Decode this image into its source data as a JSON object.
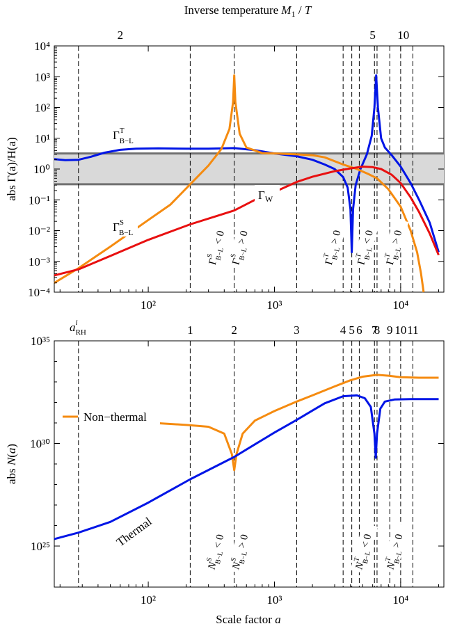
{
  "chart_data": [
    {
      "type": "line",
      "top_axis_title": "Inverse temperature M₁ / T",
      "top_ticks": [
        {
          "label": "2",
          "a": 60
        },
        {
          "label": "5",
          "a": 6000
        },
        {
          "label": "10",
          "a": 10500
        }
      ],
      "ylabel": "abs Γ(a)/H(a)",
      "xscale": "log",
      "yscale": "log",
      "xlim": [
        18,
        22000
      ],
      "ylim": [
        0.0001,
        10000
      ],
      "x_ticks": [
        {
          "v": 100,
          "label": "10²"
        },
        {
          "v": 1000,
          "label": "10³"
        },
        {
          "v": 10000,
          "label": "10⁴"
        }
      ],
      "y_ticks": [
        {
          "v": 0.0001,
          "label": "10⁻⁴"
        },
        {
          "v": 0.001,
          "label": "10⁻³"
        },
        {
          "v": 0.01,
          "label": "10⁻²"
        },
        {
          "v": 0.1,
          "label": "10⁻¹"
        },
        {
          "v": 1,
          "label": "10⁰"
        },
        {
          "v": 10,
          "label": "10¹"
        },
        {
          "v": 100,
          "label": "10²"
        },
        {
          "v": 1000,
          "label": "10³"
        },
        {
          "v": 10000,
          "label": "10⁴"
        }
      ],
      "band": {
        "y0": 0.32,
        "y1": 3.2,
        "color": "#d9d9d9",
        "edge": "#707070"
      },
      "vlines": [
        28,
        215,
        480,
        1500,
        3500,
        4100,
        4700,
        6200,
        6500,
        8200,
        10000,
        12500
      ],
      "series": [
        {
          "color": "#0015e6",
          "points": [
            [
              18,
              2.1
            ],
            [
              22,
              1.95
            ],
            [
              28,
              2.0
            ],
            [
              35,
              2.5
            ],
            [
              45,
              3.4
            ],
            [
              60,
              4.2
            ],
            [
              80,
              4.6
            ],
            [
              120,
              4.7
            ],
            [
              200,
              4.6
            ],
            [
              300,
              4.6
            ],
            [
              480,
              4.8
            ],
            [
              700,
              4.1
            ],
            [
              1000,
              3.2
            ],
            [
              1500,
              2.6
            ],
            [
              2000,
              2.0
            ],
            [
              2500,
              1.4
            ],
            [
              3000,
              1.0
            ],
            [
              3500,
              0.55
            ],
            [
              3800,
              0.25
            ],
            [
              4000,
              0.05
            ],
            [
              4100,
              0.002
            ],
            [
              4200,
              0.05
            ],
            [
              4400,
              0.3
            ],
            [
              4800,
              1.0
            ],
            [
              5400,
              3.0
            ],
            [
              5900,
              12
            ],
            [
              6200,
              100
            ],
            [
              6400,
              1100
            ],
            [
              6600,
              100
            ],
            [
              7000,
              10
            ],
            [
              7500,
              5.0
            ],
            [
              8500,
              2.8
            ],
            [
              10000,
              1.2
            ],
            [
              12000,
              0.35
            ],
            [
              14000,
              0.1
            ],
            [
              17000,
              0.018
            ],
            [
              20000,
              0.002
            ]
          ]
        },
        {
          "color": "#f58b10",
          "points": [
            [
              18,
              0.0002
            ],
            [
              28,
              0.0006
            ],
            [
              50,
              0.003
            ],
            [
              100,
              0.022
            ],
            [
              150,
              0.07
            ],
            [
              215,
              0.32
            ],
            [
              300,
              1.3
            ],
            [
              380,
              4.5
            ],
            [
              440,
              20
            ],
            [
              470,
              150
            ],
            [
              480,
              1100
            ],
            [
              490,
              150
            ],
            [
              530,
              14
            ],
            [
              600,
              5.0
            ],
            [
              800,
              3.3
            ],
            [
              1000,
              3.2
            ],
            [
              1500,
              3.0
            ],
            [
              2000,
              2.8
            ],
            [
              2500,
              2.4
            ],
            [
              3500,
              1.4
            ],
            [
              4500,
              1.0
            ],
            [
              5500,
              0.7
            ],
            [
              6500,
              0.5
            ],
            [
              8000,
              0.22
            ],
            [
              10000,
              0.06
            ],
            [
              12000,
              0.01
            ],
            [
              13500,
              0.002
            ],
            [
              14500,
              0.0004
            ],
            [
              15200,
              0.0001
            ]
          ]
        },
        {
          "color": "#e81010",
          "points": [
            [
              18,
              0.00035
            ],
            [
              28,
              0.00055
            ],
            [
              50,
              0.0015
            ],
            [
              100,
              0.005
            ],
            [
              215,
              0.016
            ],
            [
              350,
              0.03
            ],
            [
              480,
              0.045
            ],
            [
              700,
              0.1
            ],
            [
              1000,
              0.18
            ],
            [
              1500,
              0.38
            ],
            [
              2000,
              0.56
            ],
            [
              3000,
              0.85
            ],
            [
              4000,
              1.05
            ],
            [
              5000,
              1.2
            ],
            [
              6000,
              1.15
            ],
            [
              7000,
              1.0
            ],
            [
              8500,
              0.65
            ],
            [
              10000,
              0.35
            ],
            [
              12000,
              0.12
            ],
            [
              14000,
              0.04
            ],
            [
              17000,
              0.008
            ],
            [
              20000,
              0.0016
            ]
          ]
        }
      ],
      "annotations": {
        "gamma_T": "Γ",
        "gamma_T_sup": "T",
        "gamma_T_sub": "B−L",
        "gamma_S": "Γ",
        "gamma_S_sup": "S",
        "gamma_S_sub": "B−L",
        "gamma_W": "Γ",
        "gamma_W_sub": "W",
        "vtext": [
          {
            "sym": "Γ",
            "sup": "S",
            "sub": "B−L",
            "rel": " < 0",
            "a": 365
          },
          {
            "sym": "Γ",
            "sup": "S",
            "sub": "B−L",
            "rel": " > 0",
            "a": 560
          },
          {
            "sym": "Γ",
            "sup": "T",
            "sub": "B−L",
            "rel": " > 0",
            "a": 3050
          },
          {
            "sym": "Γ",
            "sup": "T",
            "sub": "B−L",
            "rel": " < 0",
            "a": 5500
          },
          {
            "sym": "Γ",
            "sup": "T",
            "sub": "B−L",
            "rel": " > 0",
            "a": 9300
          }
        ]
      }
    },
    {
      "type": "line",
      "xlabel": "Scale factor a",
      "ylabel": "abs N(a)",
      "xscale": "log",
      "yscale": "log",
      "xlim": [
        18,
        22000
      ],
      "ylim": [
        1e+23,
        1e+35
      ],
      "x_ticks": [
        {
          "v": 100,
          "label": "10²"
        },
        {
          "v": 1000,
          "label": "10³"
        },
        {
          "v": 10000,
          "label": "10⁴"
        }
      ],
      "y_ticks": [
        {
          "v": 1e+25,
          "label": "10²⁵"
        },
        {
          "v": 1e+30,
          "label": "10³⁰"
        },
        {
          "v": 1e+35,
          "label": "10³⁵"
        }
      ],
      "vlines": [
        28,
        215,
        480,
        1500,
        3500,
        4100,
        4700,
        6200,
        6500,
        8200,
        10000,
        12500
      ],
      "top_labels": [
        {
          "label": "1",
          "a": 215
        },
        {
          "label": "2",
          "a": 480
        },
        {
          "label": "3",
          "a": 1500
        },
        {
          "label": "4",
          "a": 3500
        },
        {
          "label": "5",
          "a": 4100
        },
        {
          "label": "6",
          "a": 4700
        },
        {
          "label": "7",
          "a": 6200
        },
        {
          "label": "8",
          "a": 6500
        },
        {
          "label": "9",
          "a": 8200
        },
        {
          "label": "10",
          "a": 10000
        },
        {
          "label": "11",
          "a": 12500
        }
      ],
      "a_rh": {
        "sym": "a",
        "sup": "i",
        "sub": "RH"
      },
      "series": [
        {
          "name": "Non−thermal",
          "color": "#f58b10",
          "points": [
            [
              110,
              1e+31
            ],
            [
              200,
              8e+30
            ],
            [
              300,
              6.5e+30
            ],
            [
              400,
              3e+30
            ],
            [
              460,
              3e+29
            ],
            [
              480,
              5e+28
            ],
            [
              500,
              3e+29
            ],
            [
              560,
              3e+30
            ],
            [
              700,
              1.3e+31
            ],
            [
              1000,
              3.8e+31
            ],
            [
              1500,
              1.1e+32
            ],
            [
              2000,
              2.2e+32
            ],
            [
              3000,
              6e+32
            ],
            [
              4000,
              1.2e+33
            ],
            [
              5000,
              1.8e+33
            ],
            [
              6500,
              2.2e+33
            ],
            [
              8000,
              2e+33
            ],
            [
              10000,
              1.7e+33
            ],
            [
              14000,
              1.6e+33
            ],
            [
              20000,
              1.6e+33
            ]
          ]
        },
        {
          "name": "Thermal",
          "color": "#0015e6",
          "points": [
            [
              18,
              2.2e+25
            ],
            [
              28,
              4.5e+25
            ],
            [
              50,
              1.5e+26
            ],
            [
              100,
              1.3e+27
            ],
            [
              215,
              1.8e+28
            ],
            [
              480,
              2.2e+29
            ],
            [
              700,
              9e+29
            ],
            [
              1000,
              3.4e+30
            ],
            [
              1500,
              1.4e+31
            ],
            [
              2000,
              4e+31
            ],
            [
              2500,
              9e+31
            ],
            [
              3500,
              2e+32
            ],
            [
              4500,
              2.2e+32
            ],
            [
              5200,
              1.6e+32
            ],
            [
              5800,
              6e+31
            ],
            [
              6200,
              3e+30
            ],
            [
              6350,
              2e+29
            ],
            [
              6500,
              3e+30
            ],
            [
              6900,
              5e+31
            ],
            [
              7500,
              1.1e+32
            ],
            [
              9000,
              1.4e+32
            ],
            [
              12000,
              1.45e+32
            ],
            [
              20000,
              1.45e+32
            ]
          ]
        }
      ],
      "annotations": {
        "vtext": [
          {
            "sym": "N",
            "sup": "S",
            "sub": "B−L",
            "rel": " < 0",
            "a": 360
          },
          {
            "sym": "N",
            "sup": "S",
            "sub": "B−L",
            "rel": " > 0",
            "a": 560
          },
          {
            "sym": "N",
            "sup": "T",
            "sub": "B−L",
            "rel": " < 0",
            "a": 5300
          },
          {
            "sym": "N",
            "sup": "T",
            "sub": "B−L",
            "rel": " > 0",
            "a": 9400
          }
        ]
      }
    }
  ]
}
